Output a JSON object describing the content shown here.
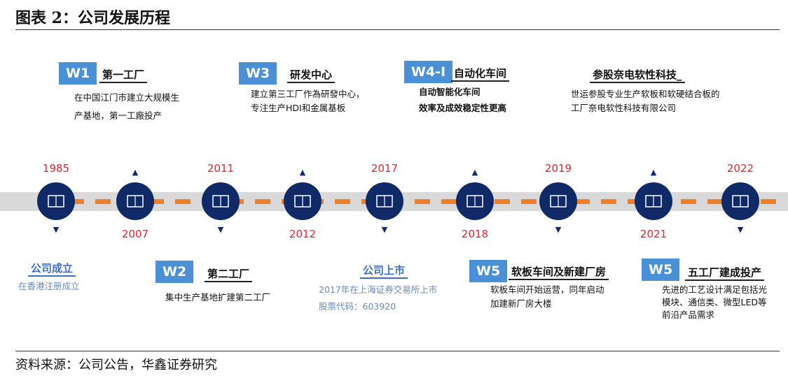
{
  "title": "图表 2：公司发展历程",
  "source": "资料来源：公司公告，华鑫证券研究",
  "years": [
    "1985",
    "2007",
    "2011",
    "2012",
    "2017",
    "2018",
    "2019",
    "2021",
    "2022"
  ],
  "top": [
    {
      "badge": "W1",
      "head": "第一工厂",
      "lines": [
        "在中国江门市建立大规模生",
        "产基地，第一工廠投产"
      ]
    },
    {
      "badge": "W3",
      "head": "研发中心",
      "lines": [
        "建立第三工厂作為研發中心，",
        "专注生产HDI和金属基板"
      ]
    },
    {
      "badge": "W4-I",
      "head": "自动化车间",
      "lines": [
        "自动智能化车间",
        "效率及成效稳定性更高"
      ]
    },
    {
      "head": "参股奈电软性科技_",
      "lines": [
        "世运参股专业生产软板和软硬结合板的",
        "工厂奈电软性科技有限公司"
      ]
    }
  ],
  "bottom": [
    {
      "head": "公司成立",
      "lines": [
        "在香港注册成立"
      ]
    },
    {
      "badge": "W2",
      "head": "第二工厂",
      "lines": [
        "集中生产基地扩建第二工厂"
      ]
    },
    {
      "head": "公司上市",
      "lines": [
        "2017年在上海证券交易所上市",
        "股票代码：603920"
      ]
    },
    {
      "badge": "W5",
      "head": "软板车间及新建厂房",
      "lines": [
        "软板车间开始运营，同年启动",
        "加建新厂房大楼"
      ]
    },
    {
      "badge": "W5",
      "head": "五工厂建成投产",
      "lines": [
        "先进的工艺设计满足包括光",
        "模块、通信类、微型LED等",
        "前沿产品需求"
      ]
    }
  ]
}
